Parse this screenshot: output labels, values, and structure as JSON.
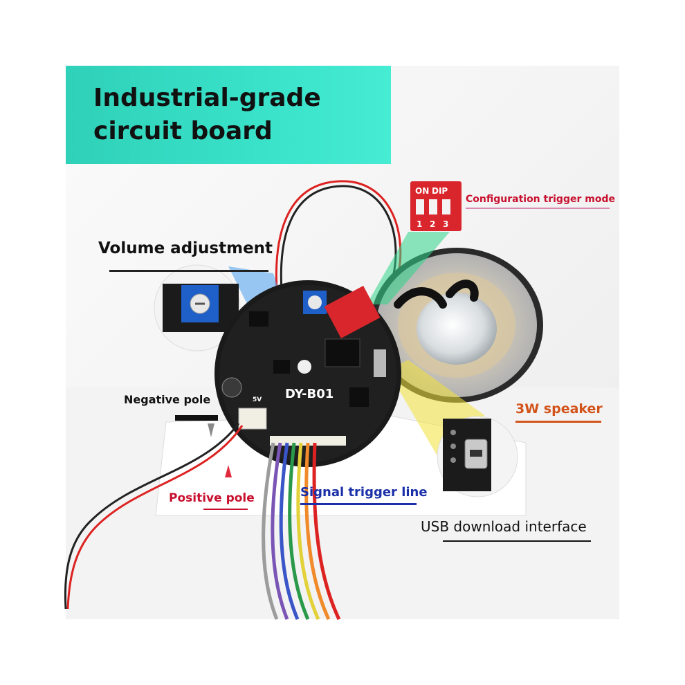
{
  "headline": {
    "line1": "Industrial-grade",
    "line2": "circuit board",
    "bg_color": "#3ae0c6"
  },
  "board": {
    "model": "DY-B01",
    "dip_on": "ON",
    "dip_label": "DIP",
    "dip_numbers": [
      "1",
      "2",
      "3"
    ],
    "pin_label": "5V"
  },
  "callouts": {
    "volume": "Volume adjustment",
    "config": "Configuration trigger mode",
    "negative": "Negative pole",
    "positive": "Positive pole",
    "signal": "Signal trigger line",
    "speaker": "3W speaker",
    "usb": "USB download interface"
  },
  "colors": {
    "config_text": "#c8102e",
    "positive_text": "#c8102e",
    "signal_text": "#1a2fa8",
    "speaker_text": "#d3541a",
    "dark_text": "#111111",
    "volume_pointer": "#5aa7f0",
    "config_pointer": "#2fd58a",
    "usb_pointer": "#f2e23a",
    "board": "#1a1a1a",
    "dip_switch": "#d9262c",
    "potentiometer": "#1f5fc8"
  },
  "icons": {
    "volume": "potentiometer-icon",
    "config": "dip-switch-icon",
    "usb": "micro-usb-icon"
  }
}
